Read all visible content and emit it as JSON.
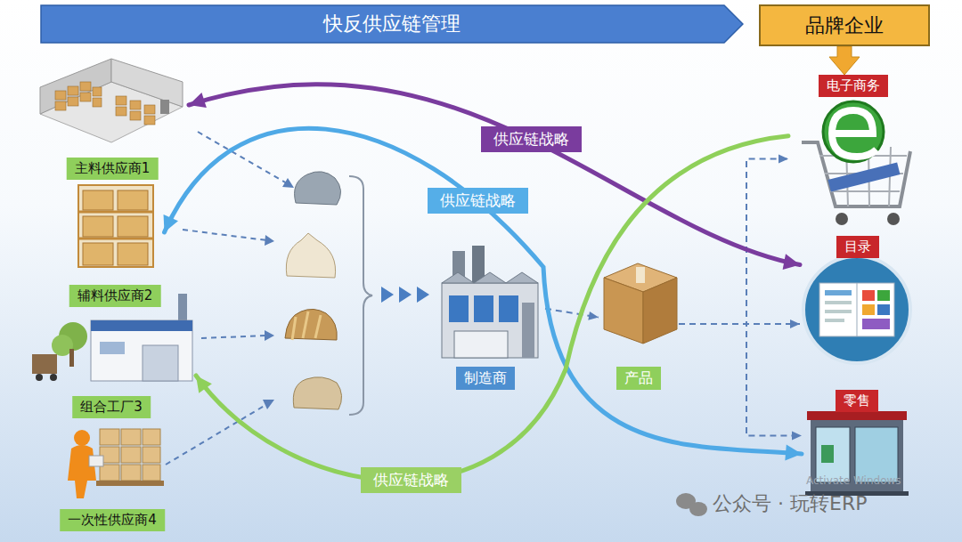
{
  "diagram": {
    "nodes": [
      {
        "text": [
          "快反供应链管理"
        ]
      },
      {
        "text": [
          "品牌企业"
        ]
      },
      {
        "text": [
          "主料供应商1"
        ]
      },
      {
        "text": [
          "辅料供应商2"
        ]
      },
      {
        "text": [
          "组合工厂3"
        ]
      },
      {
        "text": [
          "一次性供应商4"
        ]
      },
      {
        "text": [
          "制造商"
        ]
      },
      {
        "text": [
          "产品"
        ]
      },
      {
        "text": [
          "电子商务"
        ]
      },
      {
        "text": [
          "目录"
        ]
      },
      {
        "text": [
          "零售"
        ]
      }
    ],
    "edges": [
      {
        "from": 1,
        "to": 8,
        "arrow": "to"
      },
      {
        "from": 6,
        "to": 7,
        "arrow": "to"
      },
      {
        "from": 7,
        "to": 8,
        "arrow": "to"
      },
      {
        "from": 7,
        "to": 9,
        "arrow": "to"
      },
      {
        "from": 7,
        "to": 10,
        "arrow": "to"
      },
      {
        "from": 9,
        "to": 2,
        "label": "供应链战略",
        "arrow": "both"
      },
      {
        "from": 3,
        "to": 10,
        "label": "供应链战略",
        "arrow": "both"
      },
      {
        "from": 8,
        "to": 4,
        "label": "供应链战略",
        "arrow": "to"
      }
    ],
    "labels": [
      "公众号 · 玩转ERP",
      "Activate Windows"
    ]
  }
}
